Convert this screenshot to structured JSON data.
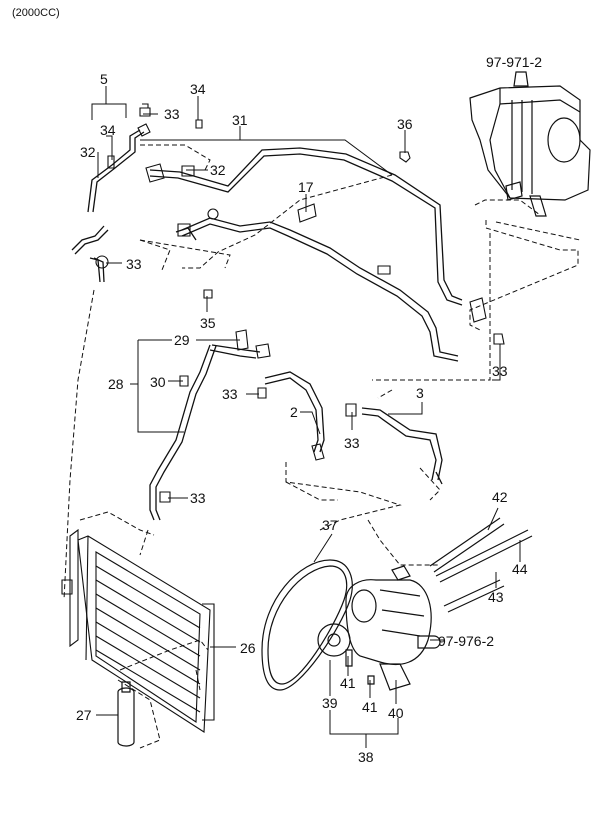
{
  "engine_label": "(2000CC)",
  "callouts": {
    "c5": "5",
    "c34a": "34",
    "c33a": "33",
    "c34b": "34",
    "c32a": "32",
    "c31": "31",
    "c36": "36",
    "c32b": "32",
    "c17": "17",
    "c33b": "33",
    "c35": "35",
    "c29": "29",
    "c28": "28",
    "c30": "30",
    "c33c": "33",
    "c2": "2",
    "c33d": "33",
    "c3": "3",
    "c33e": "33",
    "c33f": "33",
    "c97971": "97-971-2",
    "c42": "42",
    "c37": "37",
    "c44": "44",
    "c43": "43",
    "c97976": "97-976-2",
    "c26": "26",
    "c41a": "41",
    "c41b": "41",
    "c39": "39",
    "c40": "40",
    "c27": "27",
    "c38": "38"
  }
}
